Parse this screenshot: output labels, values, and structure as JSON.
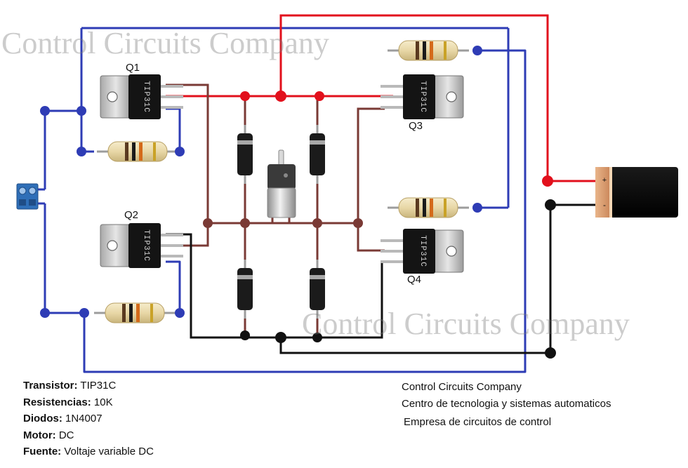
{
  "watermarks": [
    "Control Circuits Company",
    "Control Circuits Company"
  ],
  "transistor_labels": {
    "q1": "Q1",
    "q2": "Q2",
    "q3": "Q3",
    "q4": "Q4"
  },
  "transistor_marking": "TIP31C",
  "battery_terminals": {
    "positive": "+",
    "negative": "-"
  },
  "specs": [
    {
      "label": "Transistor:",
      "value": " TIP31C"
    },
    {
      "label": "Resistencias:",
      "value": " 10K"
    },
    {
      "label": "Diodos:",
      "value": " 1N4007"
    },
    {
      "label": "Motor:",
      "value": " DC"
    },
    {
      "label": "Fuente:",
      "value": " Voltaje variable DC"
    }
  ],
  "company": {
    "name": "Control Circuits Company",
    "line2": "Centro de tecnologia y sistemas automaticos",
    "line3": "Empresa de circuitos de control"
  },
  "colors": {
    "wire_blue": "#2e3cb5",
    "wire_red": "#e2101c",
    "wire_brown": "#7a3a35",
    "wire_black": "#111111"
  }
}
